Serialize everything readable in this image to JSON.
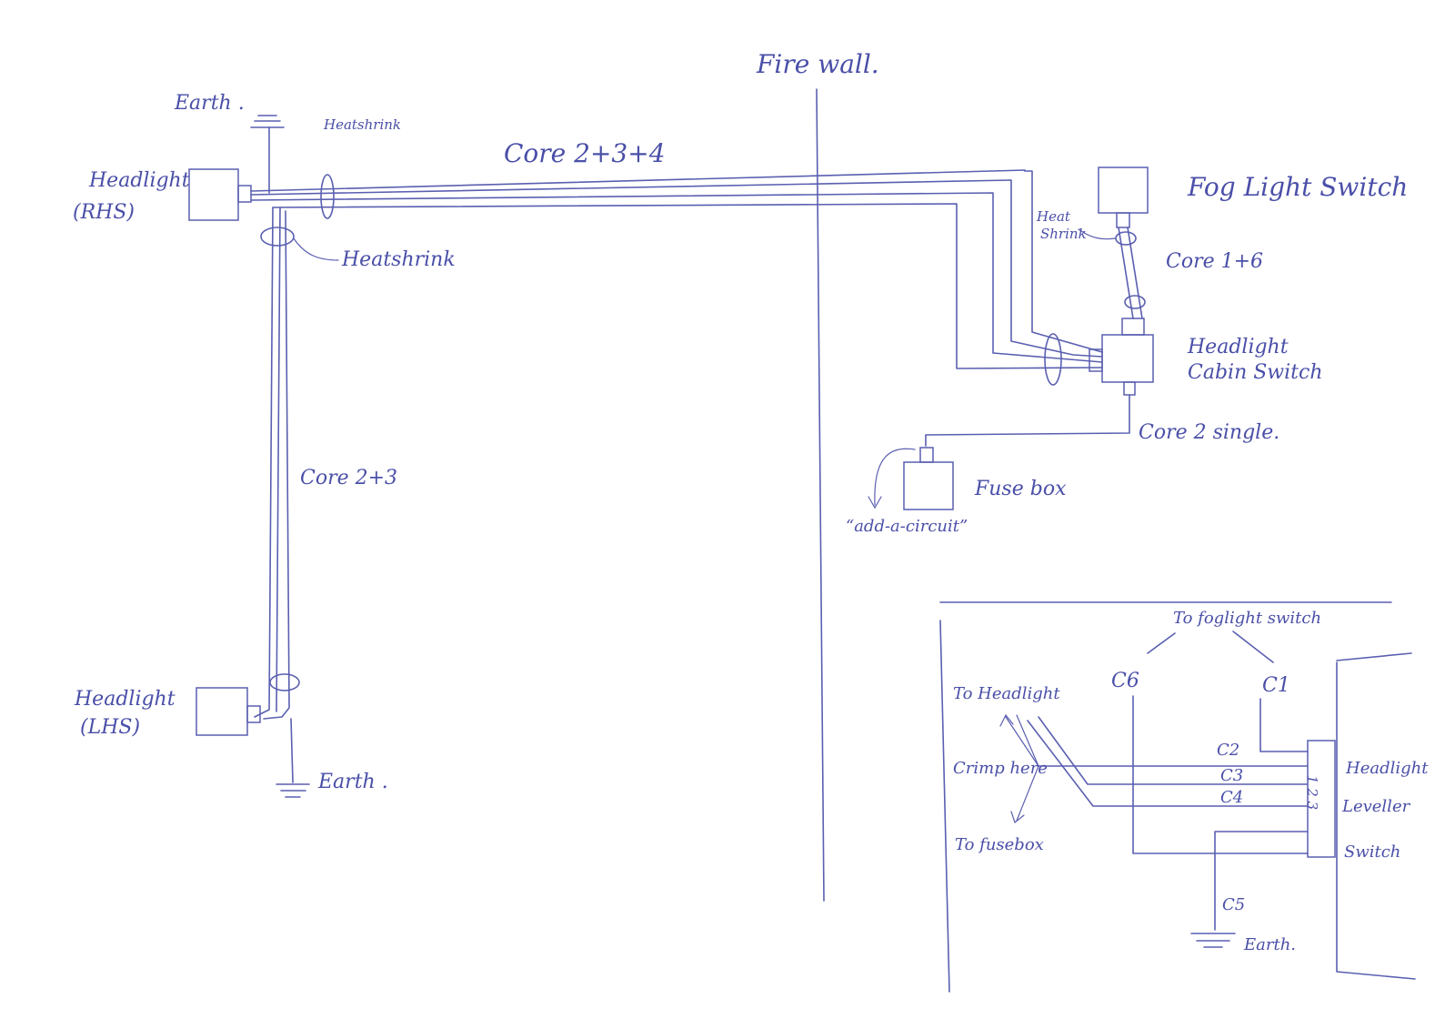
{
  "labels": {
    "firewall": "Fire wall.",
    "earth_top": "Earth .",
    "heatshrink_top": "Heatshrink",
    "core_234": "Core 2+3+4",
    "headlight_rhs_1": "Headlight",
    "headlight_rhs_2": "(RHS)",
    "heatshrink_mid": "Heatshrink",
    "fog_switch": "Fog Light Switch",
    "heat_shrink_small_1": "Heat",
    "heat_shrink_small_2": "Shrink",
    "core_16": "Core 1+6",
    "cabin_switch_1": "Headlight",
    "cabin_switch_2": "Cabin Switch",
    "core2_single": "Core 2 single.",
    "fusebox": "Fuse box",
    "add_a_circuit": "“add-a-circuit”",
    "core_23": "Core 2+3",
    "headlight_lhs_1": "Headlight",
    "headlight_lhs_2": "(LHS)",
    "earth_bottom": "Earth ."
  },
  "inset": {
    "to_foglight_switch": "To foglight switch",
    "c6": "C6",
    "c1": "C1",
    "to_headlight": "To Headlight",
    "crimp_here": "Crimp here",
    "to_fusebox": "To fusebox",
    "c2": "C2",
    "c3": "C3",
    "c4": "C4",
    "c5": "C5",
    "earth": "Earth.",
    "leveller_1": "Headlight",
    "leveller_2": "Leveller",
    "leveller_3": "Switch",
    "pins": "1 2 3"
  }
}
